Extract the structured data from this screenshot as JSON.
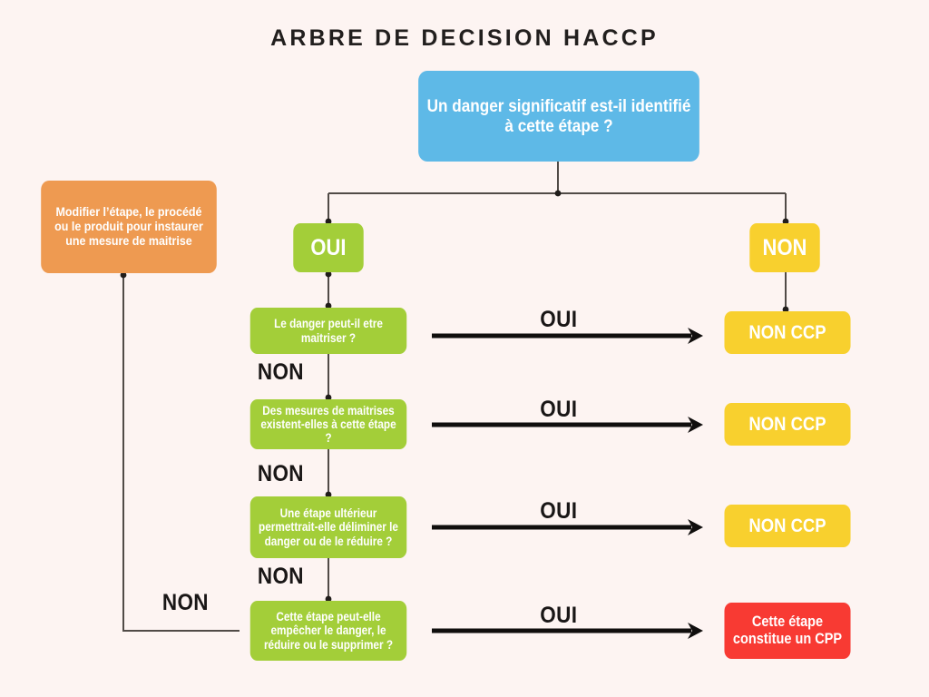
{
  "page": {
    "title": "ARBRE DE DECISION HACCP",
    "background_color": "#FDF4F2"
  },
  "colors": {
    "blue": "#5EB9E7",
    "green": "#A3CE39",
    "yellow": "#F8D02E",
    "orange": "#EE9A51",
    "red": "#F83A33",
    "connector": "#514B47",
    "arrow": "#100E0D",
    "text_dark": "#221F1E",
    "text_light": "#FFFFFF"
  },
  "nodes": {
    "root": {
      "label": "Un danger significatif est-il identifié à cette étape ?",
      "color": "#5EB9E7"
    },
    "modify": {
      "label": "Modifier l’étape, le procédé ou le produit pour instaurer une mesure de maitrise",
      "color": "#EE9A51"
    },
    "branch_yes": {
      "label": "OUI",
      "color": "#A3CE39"
    },
    "branch_no": {
      "label": "NON",
      "color": "#F8D02E"
    },
    "questions": [
      {
        "label": "Le danger peut-il etre maitriser ?",
        "color": "#A3CE39"
      },
      {
        "label": "Des mesures de maitrises existent-elles à cette étape ?",
        "color": "#A3CE39"
      },
      {
        "label": "Une étape ultérieur permettrait-elle déliminer le danger ou de le réduire ?",
        "color": "#A3CE39"
      },
      {
        "label": "Cette étape peut-elle empêcher le danger, le réduire ou le supprimer ?",
        "color": "#A3CE39"
      }
    ],
    "outcomes": [
      {
        "label": "NON CCP",
        "color": "#F8D02E"
      },
      {
        "label": "NON CCP",
        "color": "#F8D02E"
      },
      {
        "label": "NON CCP",
        "color": "#F8D02E"
      },
      {
        "label": "Cette étape constitue un CPP",
        "color": "#F83A33"
      }
    ]
  },
  "edge_labels": {
    "yes": [
      "OUI",
      "OUI",
      "OUI",
      "OUI"
    ],
    "no": [
      "NON",
      "NON",
      "NON",
      "NON"
    ]
  }
}
